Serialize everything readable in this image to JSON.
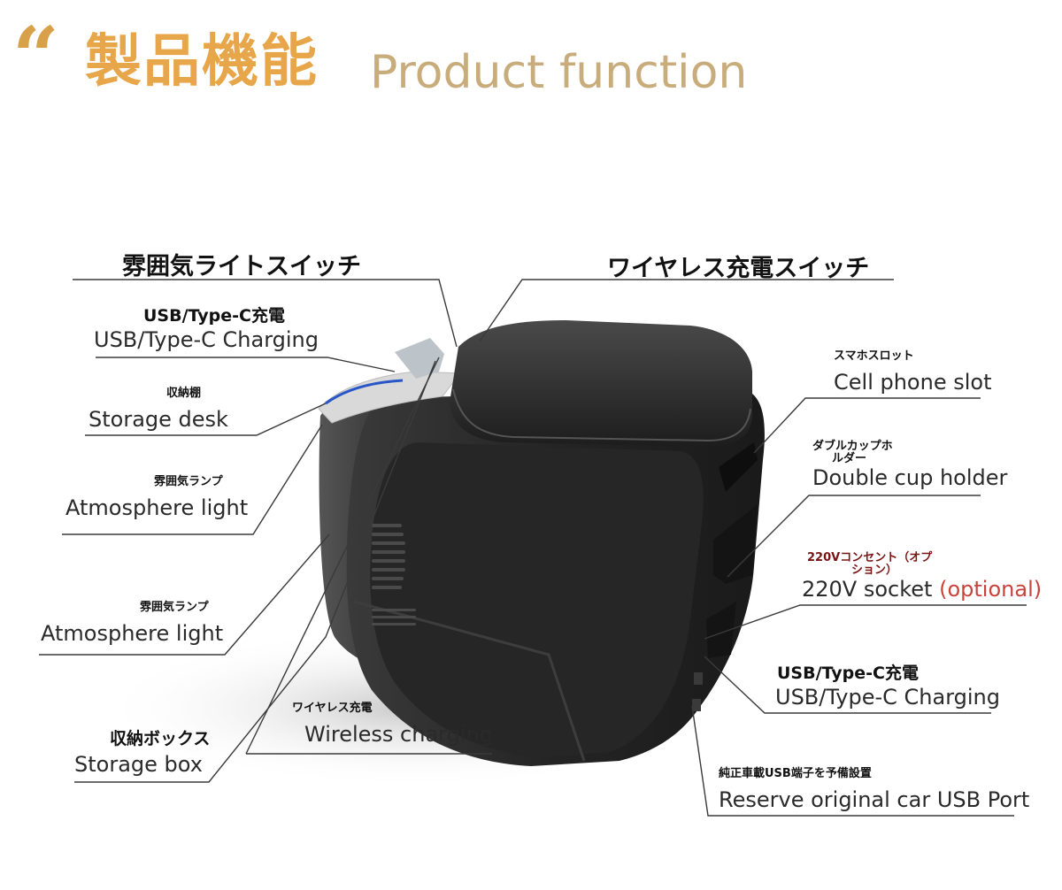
{
  "header": {
    "quote_mark": "“",
    "title_ja": "製品機能",
    "title_en": "Product function"
  },
  "labels": {
    "ambient_switch_ja": "雰囲気ライトスイッチ",
    "wireless_switch_ja": "ワイヤレス充電スイッチ",
    "usb_top_ja": "USB/Type-C充電",
    "usb_top_en": "USB/Type-C Charging",
    "storage_desk_ja": "収納棚",
    "storage_desk_en": "Storage desk",
    "atmosphere1_ja": "雰囲気ランプ",
    "atmosphere1_en": "Atmosphere light",
    "atmosphere2_ja": "雰囲気ランプ",
    "atmosphere2_en": "Atmosphere light",
    "wireless_charging_ja": "ワイヤレス充電",
    "wireless_charging_en": "Wireless charging",
    "storage_box_ja": "収納ボックス",
    "storage_box_en": "Storage box",
    "cell_slot_ja": "スマホスロット",
    "cell_slot_en": "Cell phone slot",
    "cup_holder_ja_line1": "ダブルカップホ",
    "cup_holder_ja_line2": "ルダー",
    "cup_holder_en": "Double cup holder",
    "socket_ja_line1": "220Vコンセント（オプ",
    "socket_ja_line2": "ション）",
    "socket_en": "220V socket",
    "socket_optional": "(optional)",
    "usb_right_ja": "USB/Type-C充電",
    "usb_right_en": "USB/Type-C Charging",
    "reserve_usb_ja": "純正車載USB端子を予備設置",
    "reserve_usb_en": "Reserve original car USB Port"
  },
  "colors": {
    "accent": "#e8a64a",
    "subtitle": "#c9ac7c",
    "optional_red": "#c8433c",
    "product_body": "#2b2b2b"
  }
}
